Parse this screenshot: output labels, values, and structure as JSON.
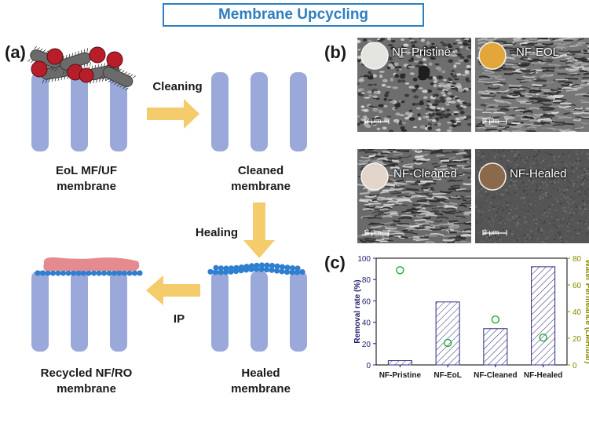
{
  "title": "Membrane Upcycling",
  "panel_a": {
    "label": "(a)",
    "eol_label": [
      "EoL MF/UF",
      "membrane"
    ],
    "cleaned_label": [
      "Cleaned",
      "membrane"
    ],
    "healed_label": [
      "Healed",
      "membrane"
    ],
    "recycled_label": [
      "Recycled NF/RO",
      "membrane"
    ],
    "step_cleaning": "Cleaning",
    "step_healing": "Healing",
    "step_ip": "IP"
  },
  "panel_b": {
    "label": "(b)",
    "images": [
      {
        "name": "NF-Pristine",
        "scale": "3 μm",
        "disc_color": "#e4e4e0"
      },
      {
        "name": "NF-EOL",
        "scale": "3 μm",
        "disc_color": "#e3a63a"
      },
      {
        "name": "NF-Cleaned",
        "scale": "3 μm",
        "disc_color": "#e3d5c9"
      },
      {
        "name": "NF-Healed",
        "scale": "3 μm",
        "disc_color": "#8a6a4a"
      }
    ]
  },
  "panel_c": {
    "label": "(c)"
  },
  "colors": {
    "accent": "#2e7fc0",
    "membrane": "#9aa9da",
    "arrow": "#f5cc6b",
    "foulant_red": "#b81e2a",
    "foulant_grey": "#6b6b6b",
    "healing_layer": "#2f7fd0",
    "selective_layer": "#e58a8e",
    "bar_edge": "#2b2a7f",
    "permeance_marker": "#22a83a",
    "left_axis": "#1f1f6e",
    "right_axis": "#8a8a00"
  },
  "chart_data": {
    "type": "bar",
    "categories": [
      "NF-Pristine",
      "NF-EoL",
      "NF-Cleaned",
      "NF-Healed"
    ],
    "series": [
      {
        "name": "Removal rate (%)",
        "values": [
          4,
          59,
          34,
          92
        ],
        "axis": "left",
        "style": "hatched-bar"
      },
      {
        "name": "Water Permeance (LMH/bar)",
        "values": [
          71,
          16.5,
          34,
          20.5
        ],
        "axis": "right",
        "style": "open-circle"
      }
    ],
    "ylabel": "Removal rate (%)",
    "ylabel_right": "Water Permeance (LMH/bar)",
    "ylim": [
      0,
      100
    ],
    "ylim_right": [
      0,
      80
    ],
    "yticks": [
      0,
      20,
      40,
      60,
      80,
      100
    ],
    "yticks_right": [
      0,
      20,
      40,
      60,
      80
    ],
    "grid": false
  }
}
